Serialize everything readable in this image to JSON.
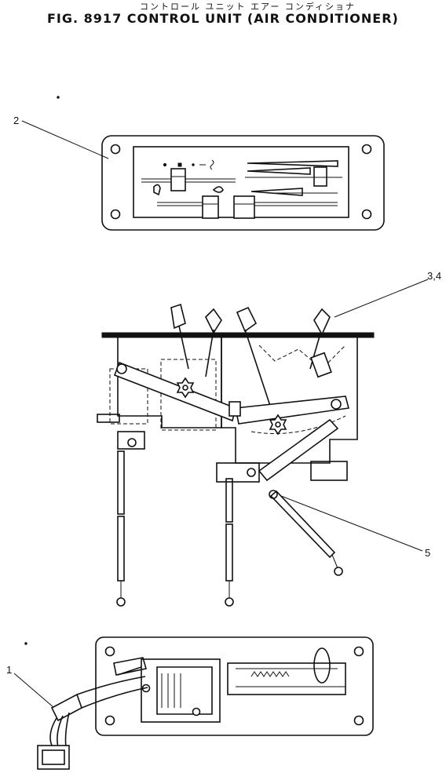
{
  "header": {
    "japanese_title": "コントロール ユニット エアー コンディショナ",
    "figure_title": "FIG. 8917 CONTROL UNIT (AIR CONDITIONER)"
  },
  "callouts": {
    "part_1": "1",
    "part_2": "2",
    "part_3_4": "3,4",
    "part_5": "5"
  },
  "colors": {
    "ink": "#111111",
    "background": "#ffffff"
  }
}
